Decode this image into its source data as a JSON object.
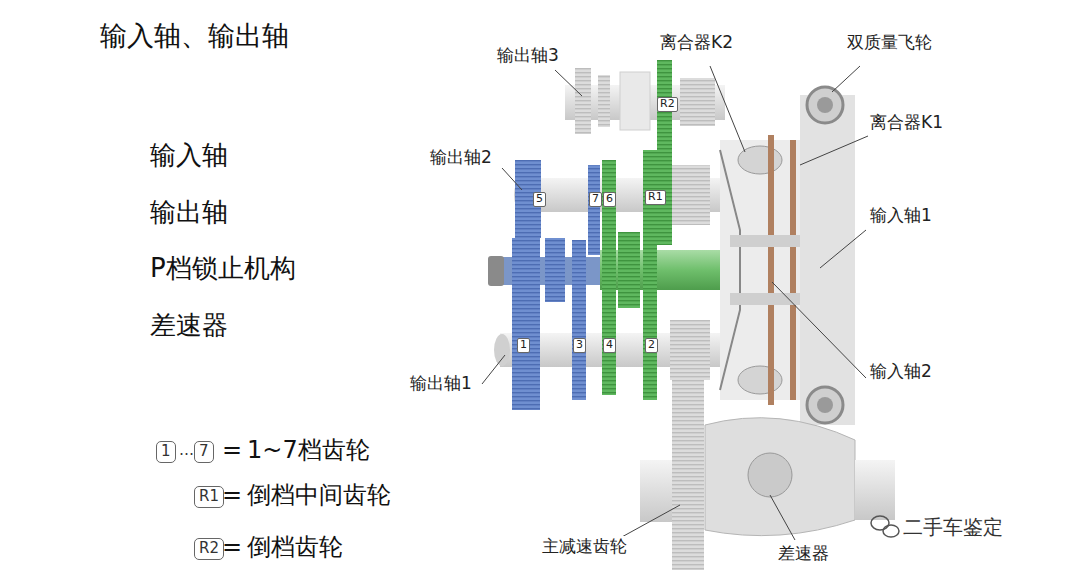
{
  "diagram": {
    "title": "输入轴、输出轴",
    "labels": [
      "输入轴",
      "输出轴",
      "P档锁止机构",
      "差速器",
      "输出轴3",
      "离合器K2",
      "双质量飞轮",
      "离合器K1",
      "输出轴2",
      "输入轴1",
      "输入轴2",
      "输出轴1",
      "主减速齿轮",
      "差速器",
      "5",
      "7",
      "6",
      "R2",
      "R1",
      "1",
      "3",
      "4",
      "2",
      "1",
      "…",
      "7",
      "=",
      "R1",
      "=",
      "R2",
      "=",
      "二手车鉴定"
    ],
    "legend": [
      {
        "text": "1~7档齿轮"
      },
      {
        "text": "倒档中间齿轮"
      },
      {
        "text": "倒档齿轮"
      }
    ]
  }
}
